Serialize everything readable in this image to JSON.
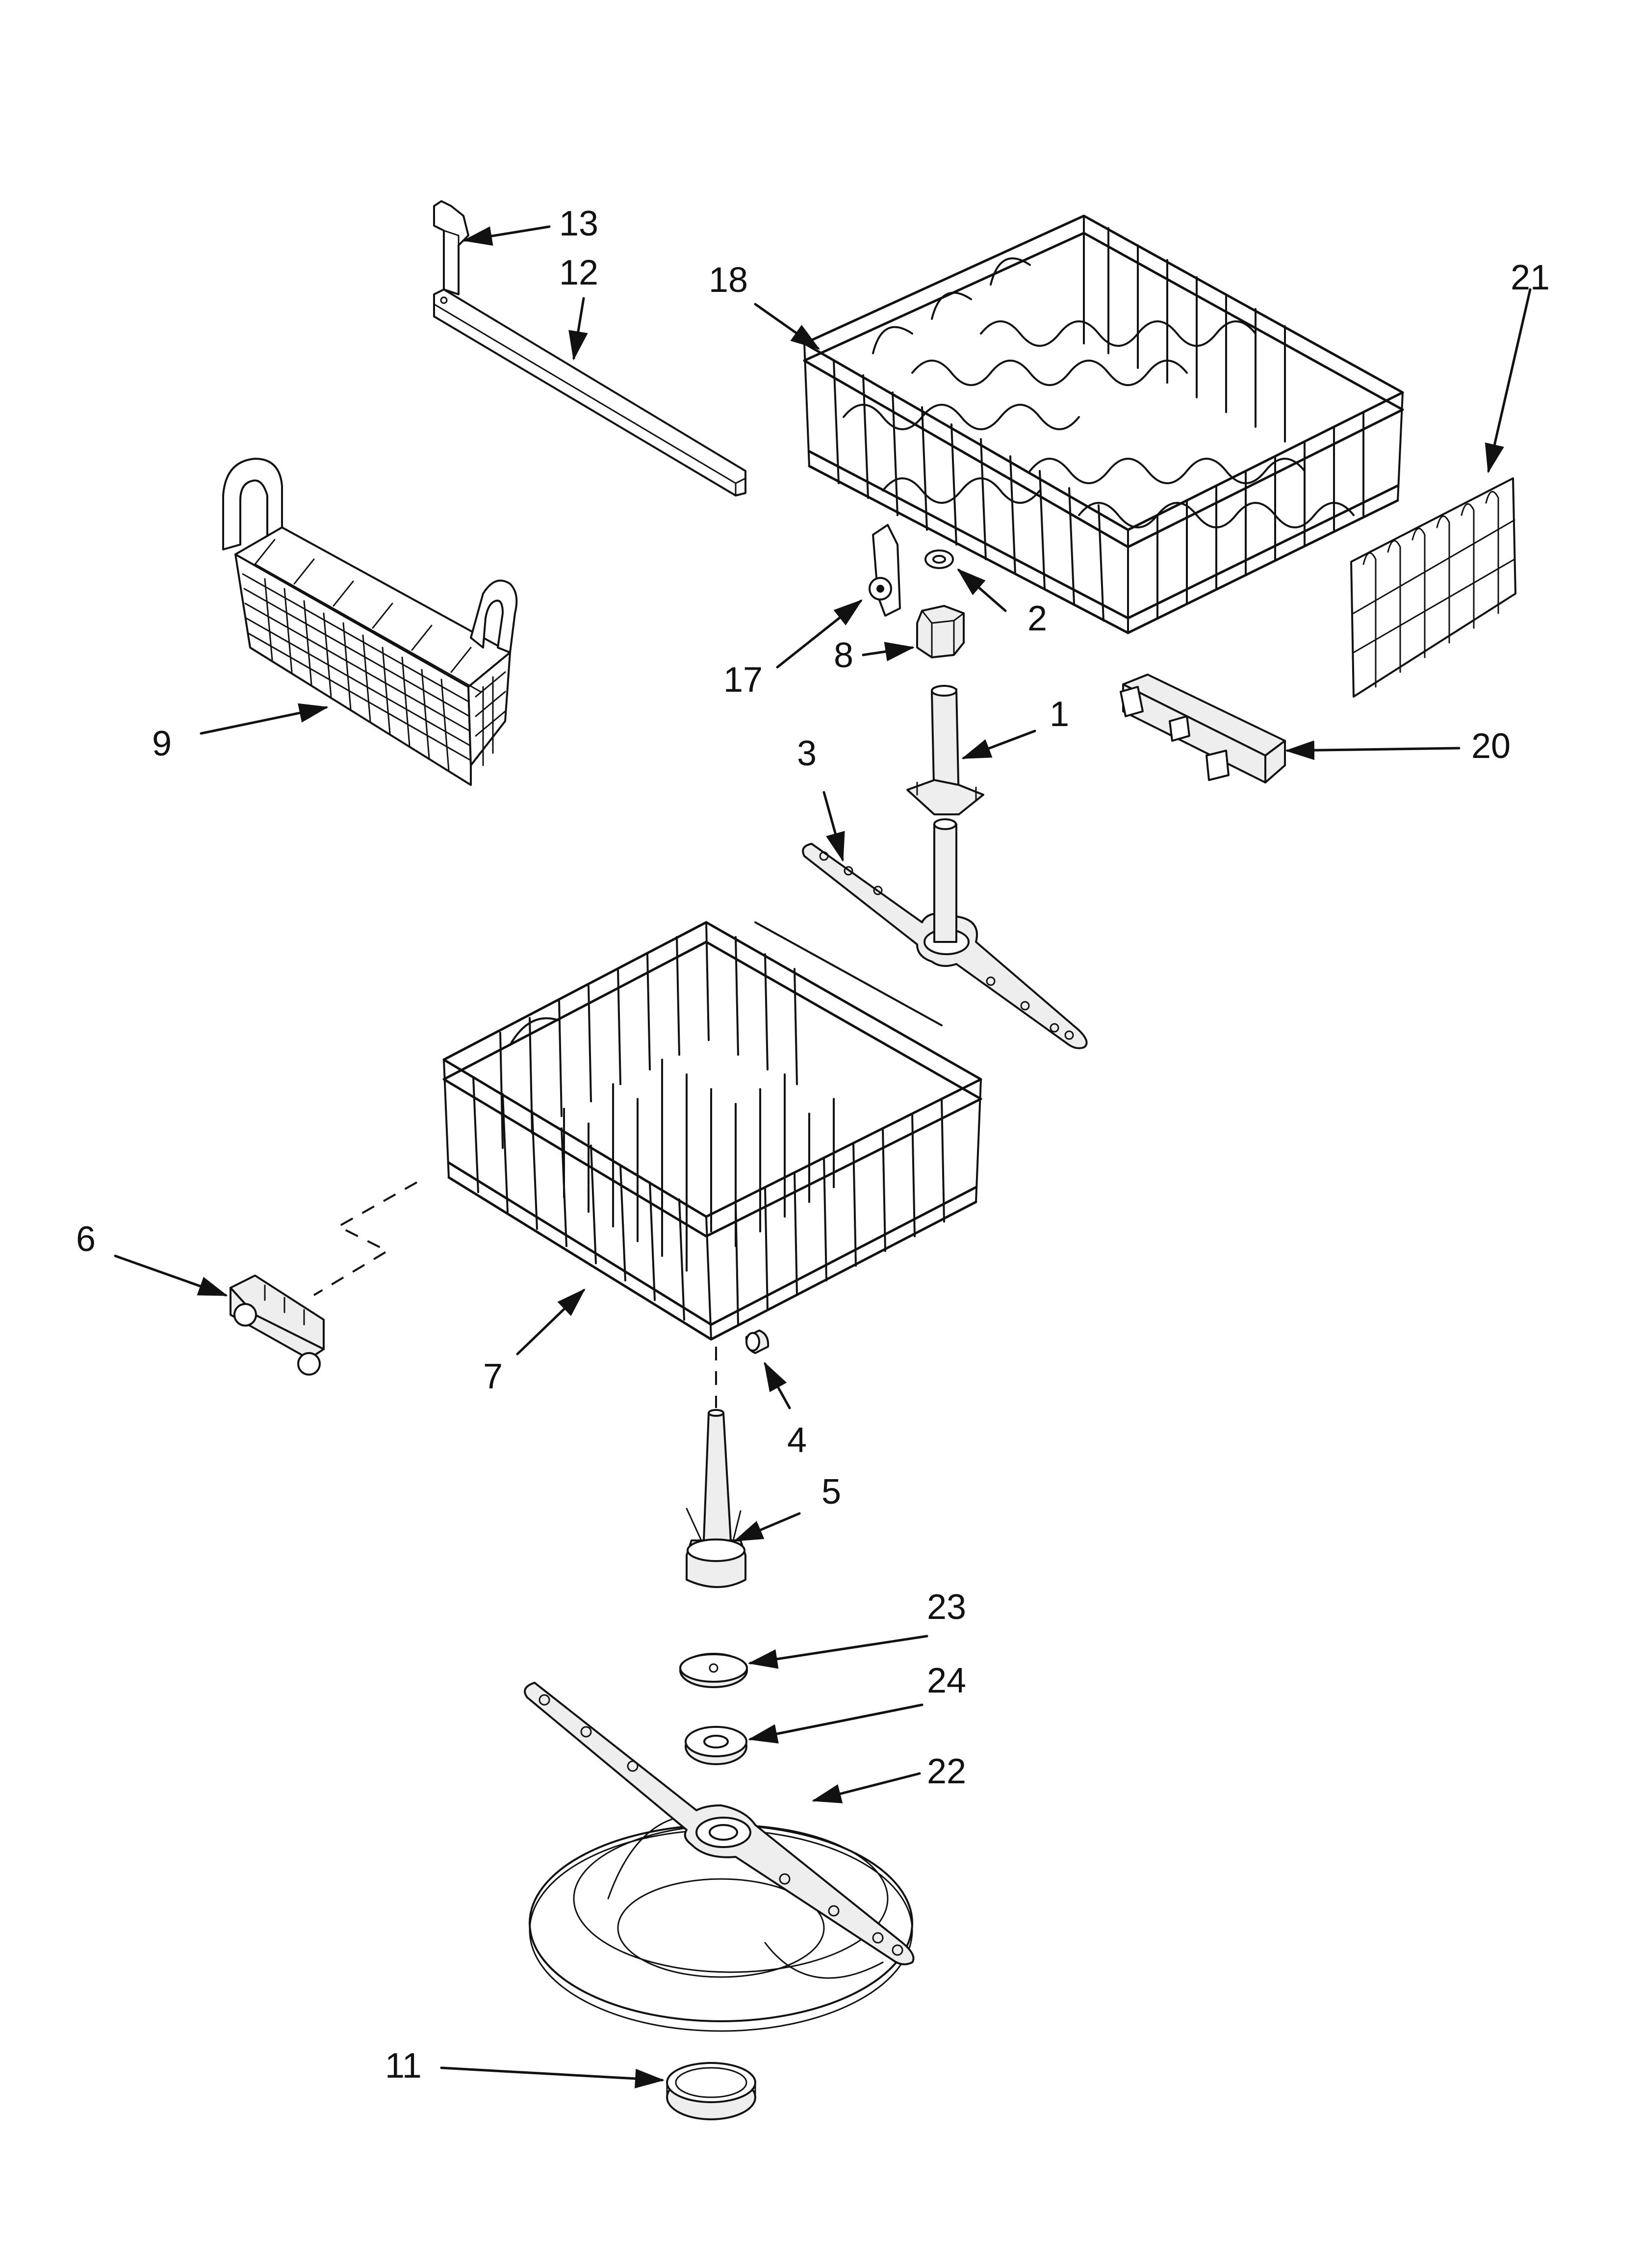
{
  "diagram": {
    "callouts": [
      {
        "id": "13",
        "label": "13"
      },
      {
        "id": "12",
        "label": "12"
      },
      {
        "id": "18",
        "label": "18"
      },
      {
        "id": "21",
        "label": "21"
      },
      {
        "id": "9",
        "label": "9"
      },
      {
        "id": "17",
        "label": "17"
      },
      {
        "id": "8",
        "label": "8"
      },
      {
        "id": "2",
        "label": "2"
      },
      {
        "id": "1",
        "label": "1"
      },
      {
        "id": "20",
        "label": "20"
      },
      {
        "id": "3",
        "label": "3"
      },
      {
        "id": "6",
        "label": "6"
      },
      {
        "id": "7",
        "label": "7"
      },
      {
        "id": "4",
        "label": "4"
      },
      {
        "id": "5",
        "label": "5"
      },
      {
        "id": "23",
        "label": "23"
      },
      {
        "id": "24",
        "label": "24"
      },
      {
        "id": "22",
        "label": "22"
      },
      {
        "id": "11",
        "label": "11"
      }
    ]
  }
}
